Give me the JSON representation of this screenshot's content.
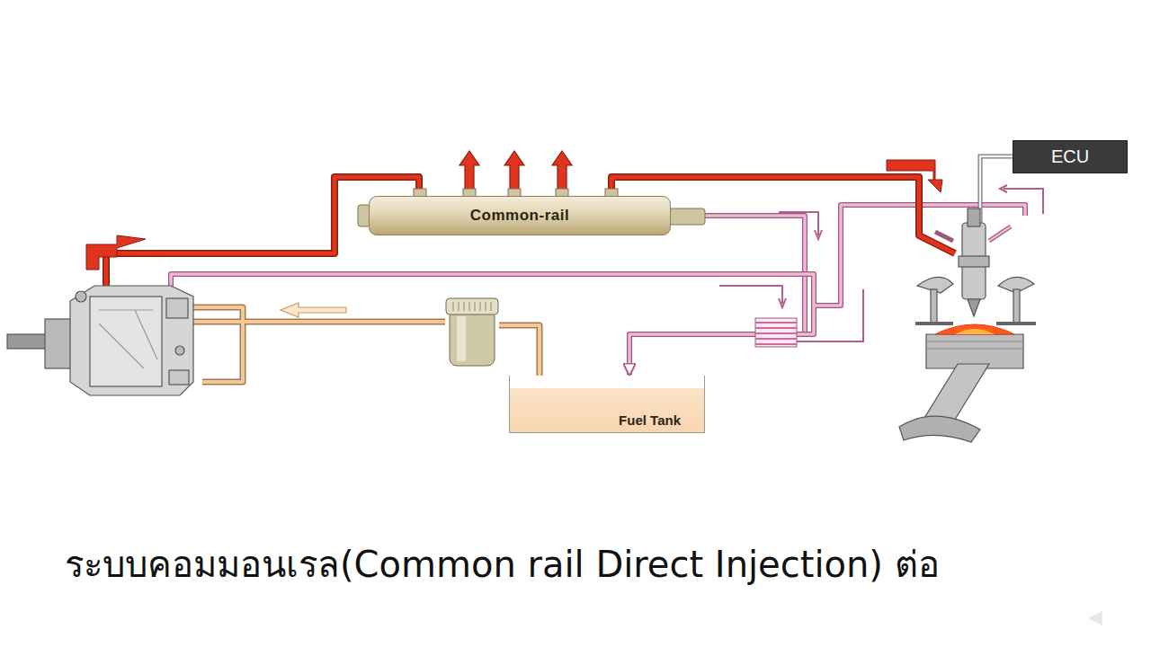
{
  "diagram": {
    "caption": "ระบบคอมมอนเรล(Common rail Direct Injection) ต่อ",
    "nodes": [
      {
        "text": [
          "Common-rail"
        ]
      },
      {
        "text": [
          "ECU"
        ]
      },
      {
        "text": [
          "Fuel Tank"
        ]
      }
    ],
    "edges": [
      {
        "from": 0,
        "to": 2,
        "arrow": "to"
      }
    ]
  }
}
